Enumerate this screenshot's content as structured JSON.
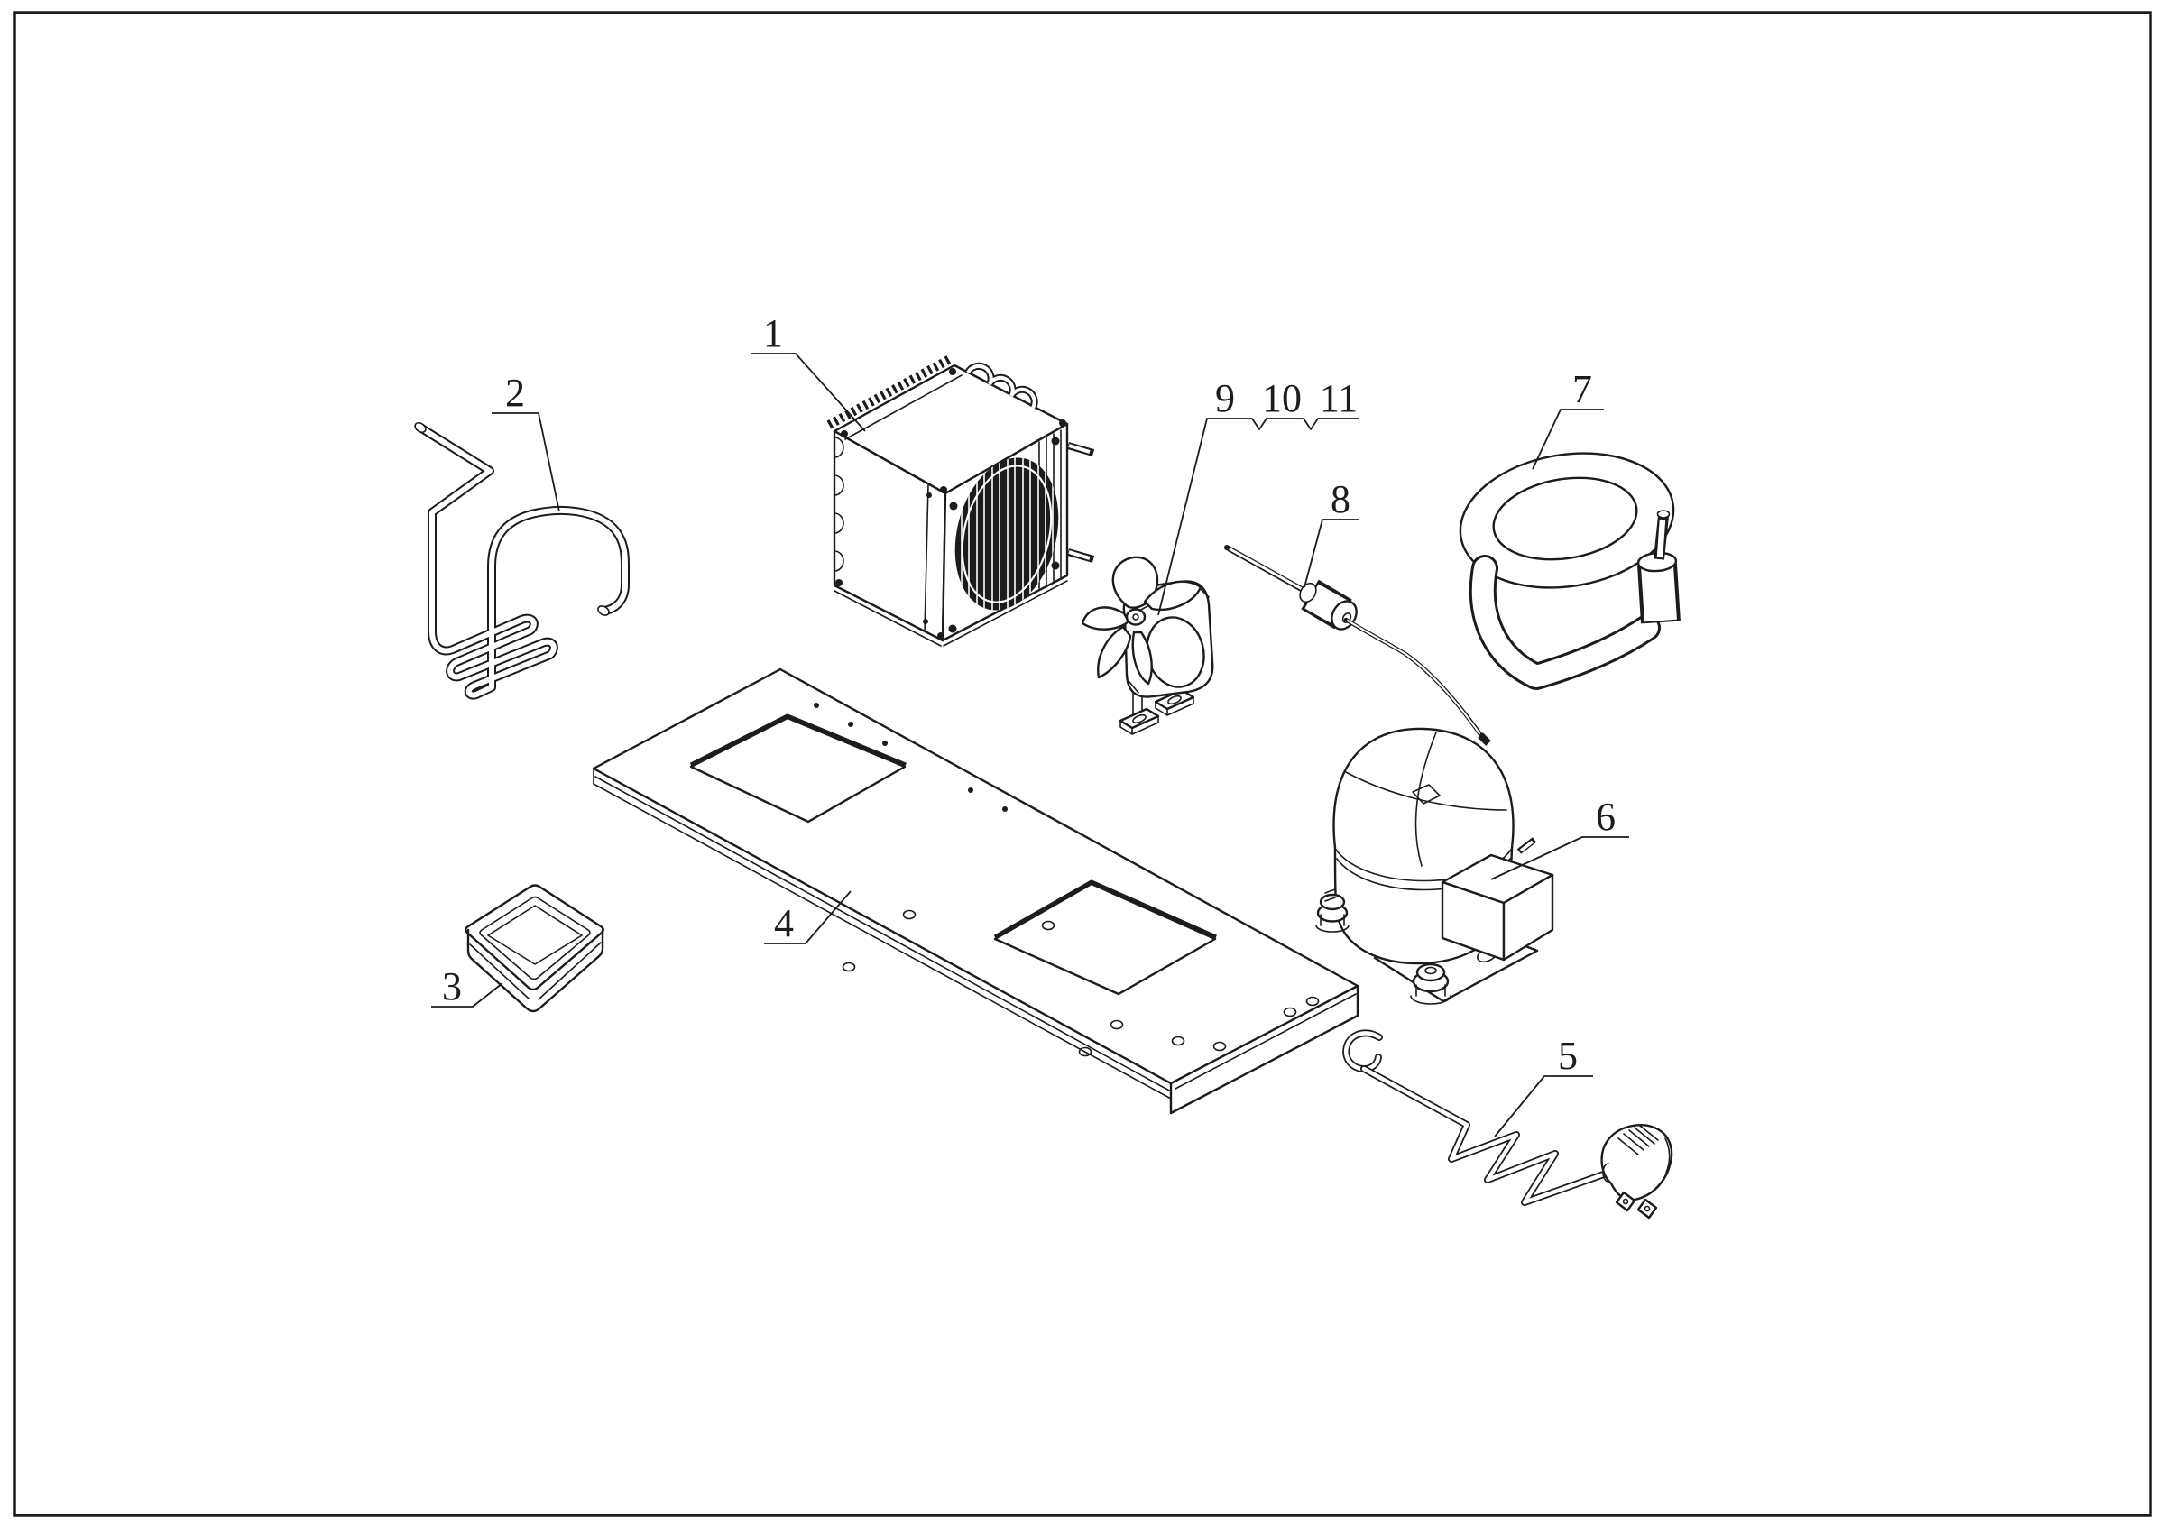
{
  "sheet": {
    "background": "#ffffff",
    "border_color": "#1c1c1c"
  },
  "drawing": {
    "ink_color": "#1c1c1c",
    "labels": [
      {
        "text": "1"
      },
      {
        "text": "2"
      },
      {
        "text": "3"
      },
      {
        "text": "4"
      },
      {
        "text": "5"
      },
      {
        "text": "6"
      },
      {
        "text": "7"
      },
      {
        "text": "8"
      },
      {
        "text": "9"
      },
      {
        "text": "10"
      },
      {
        "text": "11"
      }
    ]
  }
}
